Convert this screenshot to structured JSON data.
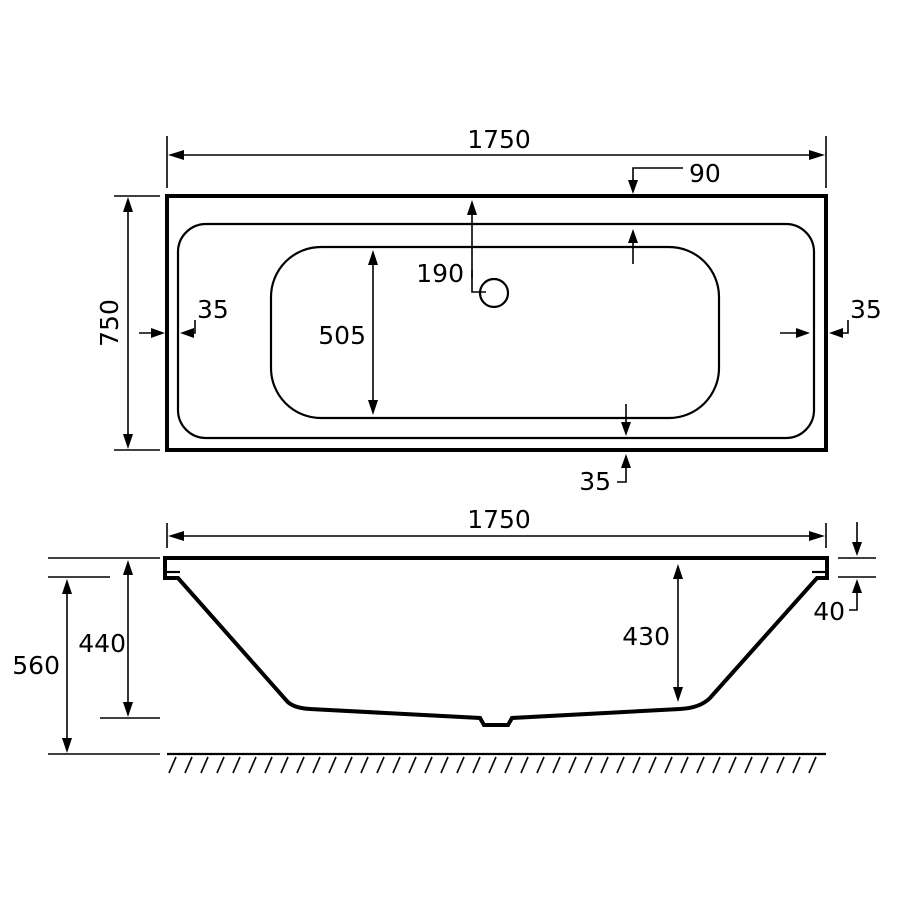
{
  "title": "",
  "plan_view": {
    "length_label": "1750",
    "width_label": "750",
    "drain_offset_label": "90",
    "drain_position_label": "190",
    "basin_width_label": "505",
    "left_rim_label": "35",
    "right_rim_label": "35",
    "bottom_rim_label": "35"
  },
  "side_view": {
    "length_label": "1750",
    "total_height_label": "560",
    "tub_height_label": "440",
    "inner_depth_label": "430",
    "rim_thickness_label": "40"
  }
}
